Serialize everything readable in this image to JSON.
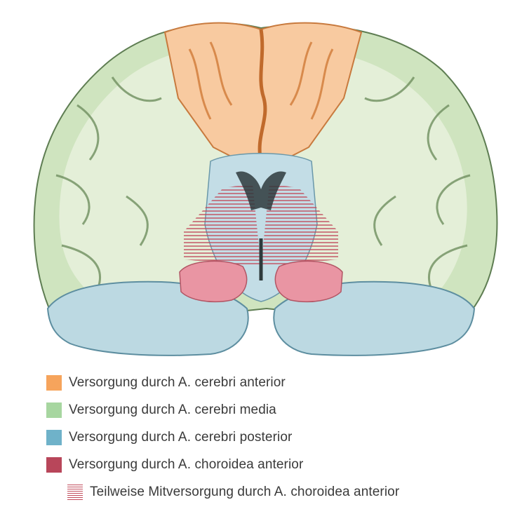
{
  "colors": {
    "anterior": "#f6a45c",
    "media": "#a7d6a0",
    "posterior": "#6fb2c9",
    "choroidea": "#b8465a",
    "hatch": "#c24c5c"
  },
  "legend": [
    {
      "label": "Versorgung durch A. cerebri anterior",
      "color": "#f6a45c",
      "kind": "solid"
    },
    {
      "label": "Versorgung durch A. cerebri media",
      "color": "#a7d6a0",
      "kind": "solid"
    },
    {
      "label": "Versorgung durch A. cerebri posterior",
      "color": "#6fb2c9",
      "kind": "solid"
    },
    {
      "label": "Versorgung durch A. choroidea anterior",
      "color": "#b8465a",
      "kind": "solid"
    },
    {
      "label": "Teilweise Mitversorgung durch A. choroidea anterior",
      "color": "#c24c5c",
      "kind": "hatched"
    }
  ]
}
